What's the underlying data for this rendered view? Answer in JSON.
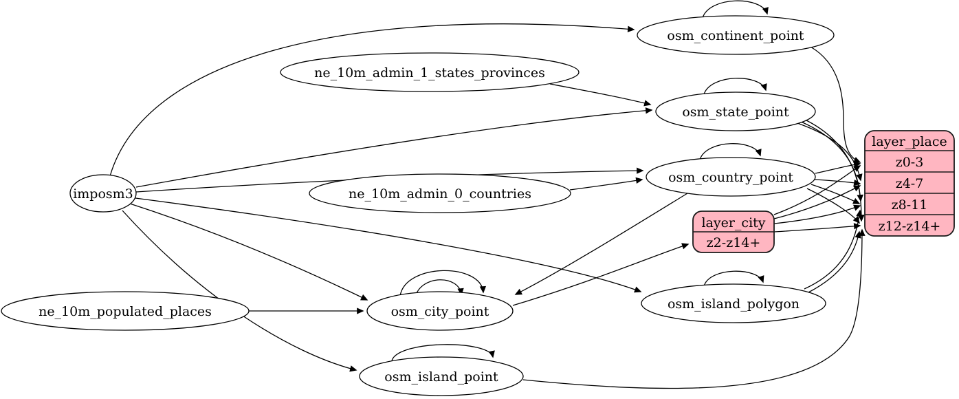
{
  "diagram": {
    "kind": "etl-graph",
    "colors": {
      "background": "#ffffff",
      "edge": "#000000",
      "node_fill": "#ffffff",
      "record_fill": "#ffb6c1",
      "stroke": "#000000"
    },
    "nodes": {
      "imposm3": {
        "label": "imposm3"
      },
      "ne_10m_admin_1_states_provinces": {
        "label": "ne_10m_admin_1_states_provinces"
      },
      "ne_10m_admin_0_countries": {
        "label": "ne_10m_admin_0_countries"
      },
      "ne_10m_populated_places": {
        "label": "ne_10m_populated_places"
      },
      "osm_continent_point": {
        "label": "osm_continent_point"
      },
      "osm_state_point": {
        "label": "osm_state_point"
      },
      "osm_country_point": {
        "label": "osm_country_point"
      },
      "osm_city_point": {
        "label": "osm_city_point"
      },
      "osm_island_polygon": {
        "label": "osm_island_polygon"
      },
      "osm_island_point": {
        "label": "osm_island_point"
      }
    },
    "records": {
      "layer_city": {
        "title": "layer_city",
        "rows": [
          "z2-z14+"
        ]
      },
      "layer_place": {
        "title": "layer_place",
        "rows": [
          "z0-3",
          "z4-7",
          "z8-11",
          "z12-z14+"
        ]
      }
    },
    "edges": [
      {
        "from": "imposm3",
        "to": "osm_continent_point"
      },
      {
        "from": "imposm3",
        "to": "osm_state_point"
      },
      {
        "from": "imposm3",
        "to": "osm_country_point"
      },
      {
        "from": "imposm3",
        "to": "osm_city_point"
      },
      {
        "from": "imposm3",
        "to": "osm_island_polygon"
      },
      {
        "from": "imposm3",
        "to": "osm_island_point"
      },
      {
        "from": "ne_10m_admin_1_states_provinces",
        "to": "osm_state_point"
      },
      {
        "from": "ne_10m_admin_0_countries",
        "to": "osm_country_point"
      },
      {
        "from": "ne_10m_populated_places",
        "to": "osm_city_point"
      },
      {
        "from": "osm_country_point",
        "to": "osm_city_point"
      },
      {
        "from": "osm_continent_point",
        "to": "osm_continent_point"
      },
      {
        "from": "osm_state_point",
        "to": "osm_state_point"
      },
      {
        "from": "osm_country_point",
        "to": "osm_country_point"
      },
      {
        "from": "osm_city_point",
        "to": "osm_city_point"
      },
      {
        "from": "osm_city_point",
        "to": "osm_city_point"
      },
      {
        "from": "osm_island_polygon",
        "to": "osm_island_polygon"
      },
      {
        "from": "osm_island_point",
        "to": "osm_island_point"
      },
      {
        "from": "osm_city_point",
        "to": "layer_city:z2-z14+"
      },
      {
        "from": "osm_continent_point",
        "to": "layer_place:z0-3"
      },
      {
        "from": "osm_country_point",
        "to": "layer_place:z0-3"
      },
      {
        "from": "osm_country_point",
        "to": "layer_place:z4-7"
      },
      {
        "from": "osm_country_point",
        "to": "layer_place:z8-11"
      },
      {
        "from": "osm_country_point",
        "to": "layer_place:z12-z14+"
      },
      {
        "from": "osm_state_point",
        "to": "layer_place:z4-7"
      },
      {
        "from": "osm_state_point",
        "to": "layer_place:z8-11"
      },
      {
        "from": "osm_state_point",
        "to": "layer_place:z12-z14+"
      },
      {
        "from": "layer_city",
        "to": "layer_place:z0-3"
      },
      {
        "from": "layer_city",
        "to": "layer_place:z4-7"
      },
      {
        "from": "layer_city",
        "to": "layer_place:z8-11"
      },
      {
        "from": "layer_city",
        "to": "layer_place:z12-z14+"
      },
      {
        "from": "osm_island_polygon",
        "to": "layer_place:z8-11"
      },
      {
        "from": "osm_island_polygon",
        "to": "layer_place:z12-z14+"
      },
      {
        "from": "osm_island_point",
        "to": "layer_place:z12-z14+"
      }
    ]
  }
}
